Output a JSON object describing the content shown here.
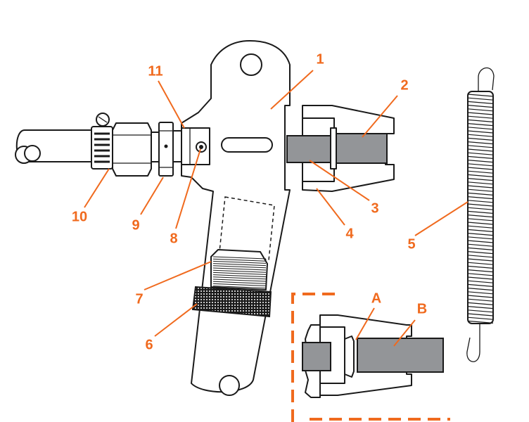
{
  "colors": {
    "accent": "#f06a1e",
    "fill_gray": "#939598",
    "line": "#1a1a1a"
  },
  "labels": {
    "l1": "1",
    "l2": "2",
    "l3": "3",
    "l4": "4",
    "l5": "5",
    "l6": "6",
    "l7": "7",
    "l8": "8",
    "l9": "9",
    "l10": "10",
    "l11": "11",
    "lA": "A",
    "lB": "B"
  }
}
